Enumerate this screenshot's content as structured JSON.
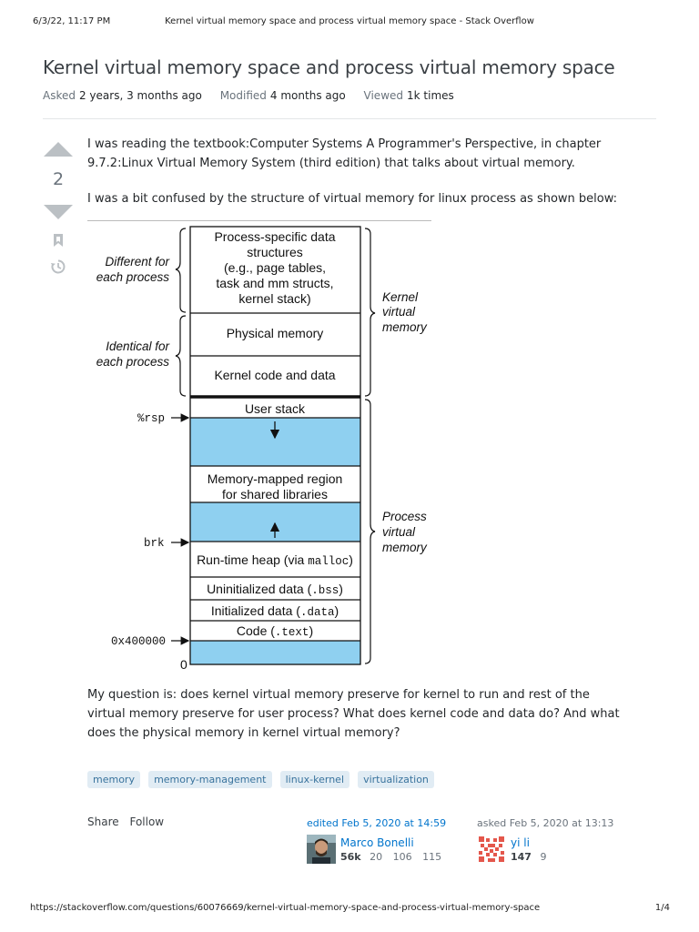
{
  "print": {
    "date": "6/3/22, 11:17 PM",
    "title": "Kernel virtual memory space and process virtual memory space - Stack Overflow",
    "url": "https://stackoverflow.com/questions/60076669/kernel-virtual-memory-space-and-process-virtual-memory-space",
    "page": "1/4"
  },
  "question": {
    "title": "Kernel virtual memory space and process virtual memory space",
    "asked_label": "Asked",
    "asked_value": "2 years, 3 months ago",
    "modified_label": "Modified",
    "modified_value": "4 months ago",
    "viewed_label": "Viewed",
    "viewed_value": "1k times",
    "votes": "2",
    "body": [
      "I was reading the textbook:Computer Systems A Programmer's Perspective, in chapter 9.7.2:Linux Virtual Memory System (third edition) that talks about virtual memory.",
      "I was a bit confused by the structure of virtual memory for linux process as shown below:",
      "My question is: does kernel virtual memory preserve for kernel to run and rest of the virtual memory preserve for user process? What does kernel code and data do? And what does the physical memory in kernel virtual memory?"
    ],
    "tags": [
      "memory",
      "memory-management",
      "linux-kernel",
      "virtualization"
    ],
    "share": "Share",
    "follow": "Follow",
    "edited": {
      "action": "edited Feb 5, 2020 at 14:59",
      "user": "Marco Bonelli",
      "rep": "56k",
      "gold": "20",
      "silver": "106",
      "bronze": "115"
    },
    "asked": {
      "action": "asked Feb 5, 2020 at 13:13",
      "user": "yi li",
      "rep": "147",
      "bronze": "9"
    }
  },
  "figure": {
    "left_labels": {
      "different_1": "Different for",
      "different_2": "each process",
      "identical_1": "Identical for",
      "identical_2": "each process"
    },
    "right_labels": {
      "kernel_1": "Kernel",
      "kernel_2": "virtual",
      "kernel_3": "memory",
      "process_1": "Process",
      "process_2": "virtual",
      "process_3": "memory"
    },
    "regions": {
      "proc_specific_1": "Process-specific data",
      "proc_specific_2": "structures",
      "proc_specific_3": "(e.g., page tables,",
      "proc_specific_4": "task and mm structs,",
      "proc_specific_5": "kernel stack)",
      "physical": "Physical memory",
      "kernel_code": "Kernel code and data",
      "user_stack": "User stack",
      "mmap_1": "Memory-mapped region",
      "mmap_2": "for shared libraries",
      "heap_prefix": "Run-time heap (via ",
      "heap_code": "malloc",
      "heap_suffix": ")",
      "bss_prefix": "Uninitialized data (",
      "bss_code": ".bss",
      "bss_suffix": ")",
      "data_prefix": "Initialized data (",
      "data_code": ".data",
      "data_suffix": ")",
      "text_prefix": "Code (",
      "text_code": ".text",
      "text_suffix": ")"
    },
    "pointers": {
      "rsp": "%rsp",
      "brk": "brk",
      "addr": "0x400000",
      "zero": "0"
    },
    "colors": {
      "free": "#8fd0f0",
      "border": "#111111"
    }
  }
}
